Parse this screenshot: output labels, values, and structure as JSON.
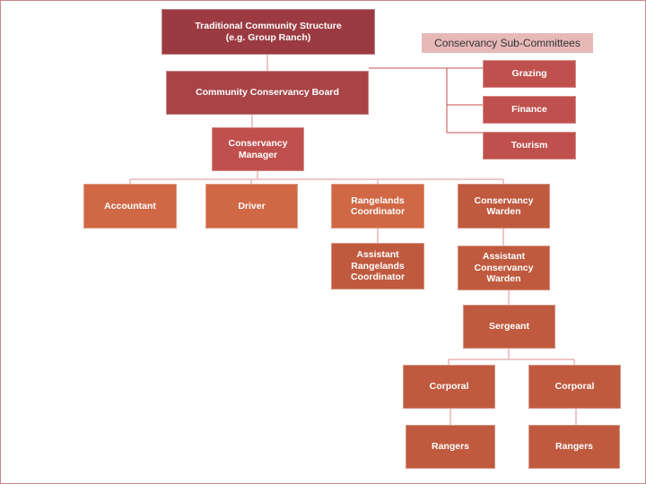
{
  "legend": "Conservancy Sub-Committees",
  "nodes": {
    "traditional": "Traditional Community Structure\n(e.g. Group Ranch)",
    "board": "Community Conservancy Board",
    "manager": "Conservancy\nManager",
    "grazing": "Grazing",
    "finance": "Finance",
    "tourism": "Tourism",
    "accountant": "Accountant",
    "driver": "Driver",
    "rangelands_coordinator": "Rangelands\nCoordinator",
    "assistant_rangelands_coordinator": "Assistant\nRangelands\nCoordinator",
    "conservancy_warden": "Conservancy\nWarden",
    "assistant_conservancy_warden": "Assistant\nConservancy\nWarden",
    "sergeant": "Sergeant",
    "corporal_left": "Corporal",
    "corporal_right": "Corporal",
    "rangers_left": "Rangers",
    "rangers_right": "Rangers"
  },
  "colors": {
    "top": "#9b3b41",
    "board": "#a84446",
    "manager": "#c0504d",
    "sub_committee": "#c0504d",
    "staff": "#d06845",
    "warden_branch": "#c05a3f",
    "legend_bg": "#e6b9b8",
    "connector": "#e7b6b7"
  }
}
